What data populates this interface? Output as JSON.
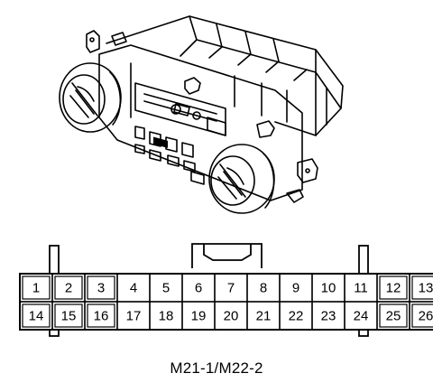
{
  "connector": {
    "row_top": [
      "1",
      "2",
      "3",
      "4",
      "5",
      "6",
      "7",
      "8",
      "9",
      "10",
      "11",
      "12",
      "13"
    ],
    "row_bottom": [
      "14",
      "15",
      "16",
      "17",
      "18",
      "19",
      "20",
      "21",
      "22",
      "23",
      "24",
      "25",
      "26"
    ],
    "double_cells": [
      0,
      1,
      2,
      11,
      12
    ]
  },
  "caption": "M21-1/M22-2"
}
